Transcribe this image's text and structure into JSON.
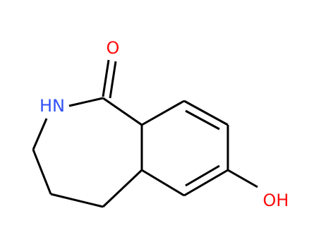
{
  "molecule": {
    "atoms": {
      "oxygen_carbonyl": {
        "symbol": "O",
        "color": "#ff0d0d"
      },
      "nitrogen_amide": {
        "symbol": "HN",
        "color": "#3050f8"
      },
      "hydroxyl_group": {
        "symbol": "OH",
        "color": "#ff0d0d"
      }
    },
    "colors": {
      "bond": "#000000",
      "background": "#ffffff"
    }
  }
}
